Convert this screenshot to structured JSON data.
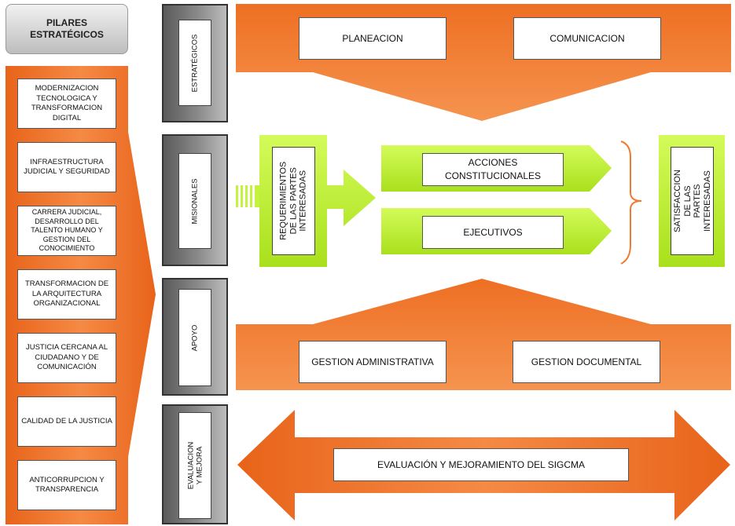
{
  "header": "PILARES ESTRATÉGICOS",
  "pillars": [
    "MODERNIZACION TECNOLOGICA Y TRANSFORMACION DIGITAL",
    "INFRAESTRUCTURA JUDICIAL Y SEGURIDAD",
    "CARRERA JUDICIAL, DESARROLLO DEL TALENTO HUMANO Y GESTION DEL CONOCIMIENTO",
    "TRANSFORMACION DE LA ARQUITECTURA ORGANIZACIONAL",
    "JUSTICIA CERCANA AL CIUDADANO Y DE COMUNICACIÓN",
    "CALIDAD DE LA JUSTICIA",
    "ANTICORRUPCION Y TRANSPARENCIA"
  ],
  "process_types": [
    "ESTRATÉGICOS",
    "MISIONALES",
    "APOYO",
    "EVALUACION Y MEJORA"
  ],
  "strategic": {
    "box1": "PLANEACION",
    "box2": "COMUNICACION"
  },
  "missional": {
    "input": "REQUERIMIENTOS DE LAS PARTES INTERESADAS",
    "process1": "ACCIONES CONSTITUCIONALES",
    "process2": "EJECUTIVOS",
    "output": "SATISFACCION DE LAS PARTES INTERESADAS"
  },
  "support": {
    "box1": "GESTION ADMINISTRATIVA",
    "box2": "GESTION DOCUMENTAL"
  },
  "evaluation": "EVALUACIÓN Y MEJORAMIENTO DEL SIGCMA",
  "colors": {
    "orange": "#f07a2e",
    "green": "#c4f23e",
    "panel_gray": "#8a8a8a"
  }
}
